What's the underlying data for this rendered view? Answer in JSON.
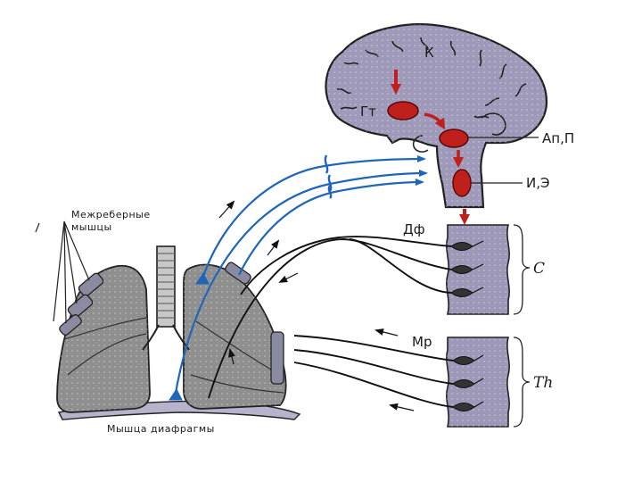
{
  "labels": {
    "cortex": "К",
    "hypothalamus": "Гт",
    "pituitary": "Ап,П",
    "medulla": "И,Э",
    "phrenic_center": "Дф",
    "intercostal_center": "Мр",
    "cervical": "C",
    "thoracic": "Th",
    "intercostal_muscles": "Межреберные мышцы",
    "diaphragm_muscle": "Мышца диафрагмы"
  },
  "colors": {
    "brain_fill": "#a09aba",
    "brain_outline": "#222222",
    "nucleus_red": "#c0201c",
    "arrow_red": "#c0201c",
    "afferent_blue": "#1f66b8",
    "spinal_fill": "#9e98b8",
    "lung_fill": "#8f8f8f",
    "diaphragm_fill": "#b7b3cc",
    "muscle_fill": "#8a8aa0",
    "efferent_black": "#111111"
  }
}
